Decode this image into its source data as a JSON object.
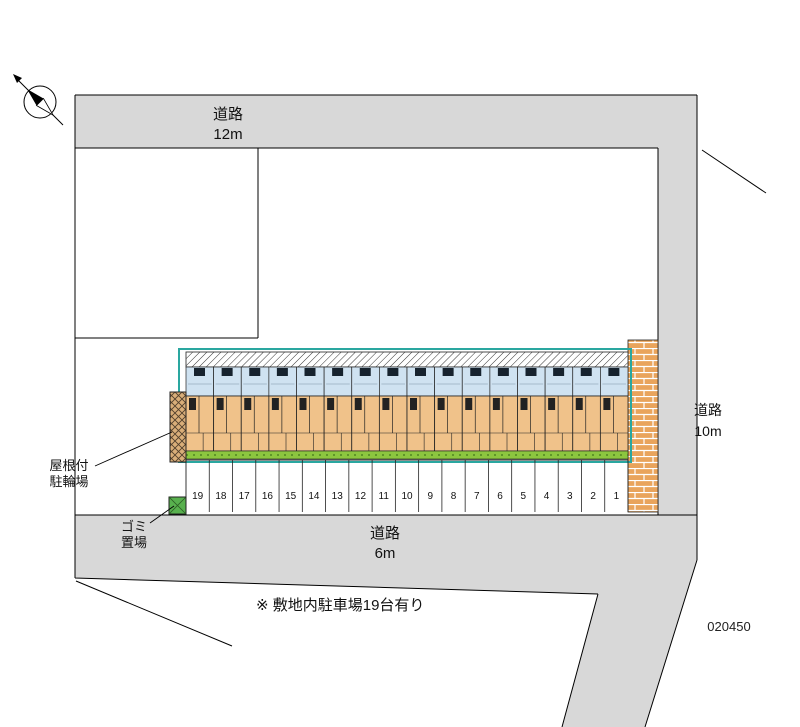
{
  "roads": {
    "top": {
      "label_line1": "道路",
      "label_line2": "12m"
    },
    "right": {
      "label_line1": "道路",
      "label_line2": "10m"
    },
    "bottom": {
      "label_line1": "道路",
      "label_line2": "6m"
    }
  },
  "building": {
    "unit_count": 16
  },
  "parking": {
    "space_count": 19,
    "space_numbers": [
      19,
      18,
      17,
      16,
      15,
      14,
      13,
      12,
      11,
      10,
      9,
      8,
      7,
      6,
      5,
      4,
      3,
      2,
      1
    ]
  },
  "annotations": {
    "bicycle_shed": {
      "line1": "屋根付",
      "line2": "駐輪場"
    },
    "garbage_area": {
      "line1": "ゴミ",
      "line2": "置場"
    },
    "site_note": "※ 敷地内駐車場19台有り",
    "plan_number": "020450"
  },
  "colors": {
    "road_gray": "#d8d8d8",
    "unit_tan": "#f0c28a",
    "balcony_blue": "#cfe2f1",
    "greenery": "#8cc63f",
    "brick_orange": "#e9a45c",
    "outline_teal": "#2aa7a0",
    "garbage_green": "#58b14e"
  }
}
